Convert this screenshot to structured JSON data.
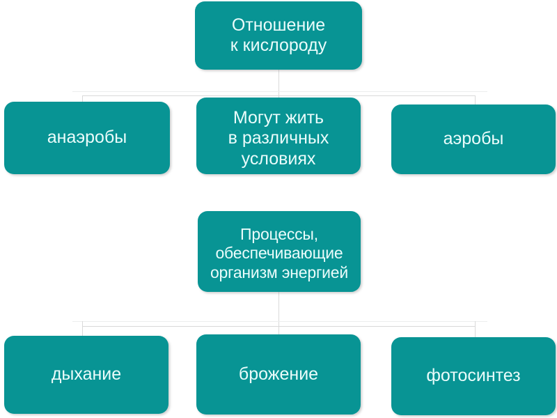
{
  "diagram": {
    "title": "Отношение к кислороду / Процессы, обеспечивающие организм энергией",
    "accent_color": "#089494",
    "text_color": "#eafcfb",
    "connector_color": "#d9d9d9",
    "background_color": "#ffffff",
    "groups": [
      {
        "id": "oxygen-relation",
        "root": {
          "id": "root",
          "label": "Отношение\nк кислороду"
        },
        "children": [
          {
            "id": "anaerobes",
            "label": "анаэробы"
          },
          {
            "id": "facultative",
            "label": "Могут жить\nв различных\nусловиях"
          },
          {
            "id": "aerobes",
            "label": "аэробы"
          }
        ]
      },
      {
        "id": "energy-processes",
        "root": {
          "id": "processes",
          "label": "Процессы,\nобеспечивающие\nорганизм энергией"
        },
        "children": [
          {
            "id": "respiration",
            "label": "дыхание"
          },
          {
            "id": "fermentation",
            "label": "брожение"
          },
          {
            "id": "photosynthesis",
            "label": "фотосинтез"
          }
        ]
      }
    ]
  }
}
